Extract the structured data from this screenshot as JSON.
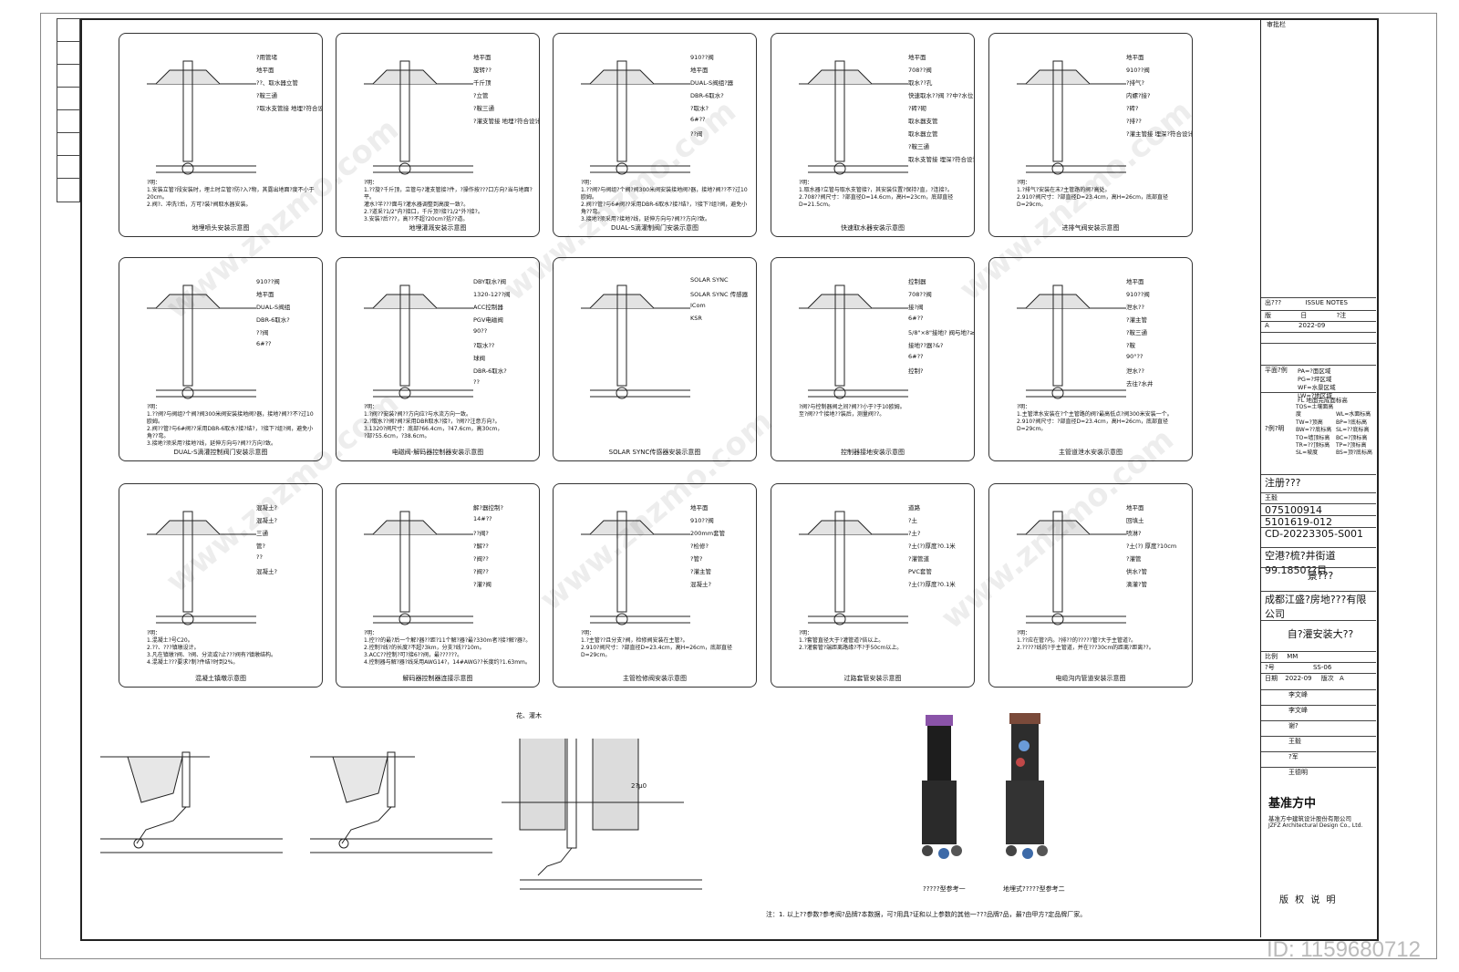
{
  "panels": [
    {
      "title": "地埋喷头安装示意图",
      "labels": [
        "?用管堵",
        "地平面",
        "??、取水器立管",
        "?鞍三通",
        "?取水支管接\n地埋?符合设计要求"
      ],
      "note": "?明：\n1.安装立管?段安装时，埋土时立管?防?入?物，其露出地面?度不小于20cm。\n2.阀?、冲洗?后，方可?装?阀取水器安装。"
    },
    {
      "title": "地埋灌溉安装示意图",
      "labels": [
        "地平面",
        "旋转??",
        "千斤顶",
        "?立管",
        "?鞍三通",
        "?灌支管接\n地埋?符合设计要求"
      ],
      "note": "?明：\n1.??旋?千斤顶，立管与?灌支管接?件，?操作按???口方向?当与地面?平。\n灌水?半???面与?灌水器调整到高度一致?。\n2.?道采?1/2\"内?接口，千斤顶?接?1/2\"外?接?。\n3.安装?后???，高??不超?20cm?括??道。"
    },
    {
      "title": "DUAL-S滴灌制阀门安装示意图",
      "labels": [
        "910??阀",
        "地平面",
        "DUAL-S阀组?器",
        "DBR-6取水?",
        "?取水?",
        "6#??",
        "??阀"
      ],
      "note": "?明：\n1.??阀?与阀组?个阀?阀300米阀安装接地阀?器，接地?阀??不?过10欧姆。\n2.阀??管?与6#阀??采用DBR-6取水?接?结?，?接下?组?阀，避免小角??弯。\n3.接地?须采用?接地?线，延伸方向与?阀??方向?致。"
    },
    {
      "title": "快速取水器安装示意图",
      "labels": [
        "地平面",
        "708??阀",
        "取水??孔",
        "快速取水??阀\n??中?水位",
        "?砖?砌",
        "取水器支管",
        "取水器立管",
        "?鞍三通",
        "取水支管接\n埋深?符合设计要求"
      ],
      "note": "?明：\n1.取水器?立管与取水支管接?，其安装位置?保持?直，?连接?。\n2.708??阀尺寸：?部直径D=14.6cm，高H=23cm，底部直径D=21.5cm。"
    },
    {
      "title": "进排气阀安装示意图",
      "labels": [
        "地平面",
        "910??阀",
        "?排气?",
        "内螺?接?",
        "?砖?",
        "?排??",
        "?灌主管接\n埋深?符合设计要求"
      ],
      "note": "?明：\n1.?排气?安装在末?主管路的阀?高处。\n2.910?阀尺寸：?部直径D=23.4cm，高H=26cm，底部直径D=29cm。"
    },
    {
      "title": "DUAL-S滴灌控制阀门安装示意图",
      "labels": [
        "910??阀",
        "地平面",
        "DUAL-S阀组",
        "DBR-6取水?",
        "??阀",
        "6#??"
      ],
      "note": "?明：\n1.??阀?与阀组?个阀?阀300米阀安装接地阀?器，接地?阀??不?过10欧姆。\n2.阀??管?与6#阀??采用DBR-6取水?接?结?，?接下?组?阀，避免小角??弯。\n3.接地?须采用?接地?线，延伸方向与?阀??方向?致。"
    },
    {
      "title": "电磁阀-解码器控制器安装示意图",
      "labels": [
        "DBY取水?阀",
        "1320-12??阀",
        "ACC控制器",
        "PGV电磁阀",
        "90??",
        "?取水??",
        "球阀",
        "DBR-6取水?",
        "??"
      ],
      "note": "?明：\n1.?阀??安装?阀??方向应?与水流方向一致。\n2.?取水??阀?阀?采用DBR取水?接?，?阀??注意方向?。\n3.1320?阀尺寸：底部?66.4cm，?47.6cm，高30cm，\n?部?55.6cm，?38.6cm。"
    },
    {
      "title": "SOLAR SYNC传感器安装示意图",
      "labels": [
        "SOLAR SYNC",
        "SOLAR SYNC 传感器",
        "ICom",
        "KSR"
      ],
      "note": ""
    },
    {
      "title": "控制器接地安装示意图",
      "labels": [
        "控制器",
        "708??阀",
        "接?阀",
        "6#??",
        "5/8\"×8\"接地?\n阀与地?≥10Ω",
        "接地??器?&?",
        "6#??",
        "控制?"
      ],
      "note": "?阀?与控制器阀之间?阀??小于?于10欧姆。\n至?阀??个接地??装后，测量阀??。"
    },
    {
      "title": "主管道泄水安装示意图",
      "labels": [
        "地平面",
        "910??阀",
        "泄水??",
        "?灌主管",
        "?鞍三通",
        "?鞍",
        "90°??",
        "泄水??",
        "去往?水井"
      ],
      "note": "?明：\n1.主管泄水安装在?个主管路的阀?最高低点?阀300米安装一个。\n2.910?阀尺寸：?部直径D=23.4cm，高H=26cm，底部直径D=29cm。"
    },
    {
      "title": "混凝土镇墩示意图",
      "labels": [
        "混凝土?",
        "混凝土?",
        "三通",
        "管?",
        "??",
        "混凝土?"
      ],
      "note": "?明：\n1.混凝土?号C20。\n2.??、???镇墩设计。\n3.凡在镇墩?阀、?阀、分流或?止???阀有?镇墩结构。\n4.混凝土???要求?制?件结?时到2%。"
    },
    {
      "title": "解码器控制器连接示意图",
      "labels": [
        "解?器控制?",
        "14#??",
        "??阀?",
        "?解??",
        "?阀??",
        "?阀??",
        "?灌?阀"
      ],
      "note": "?明：\n1.控??的最?后一个解?器??距?11个解?器?最?330m者?接?解?器?。\n2.控制?线?的长度?不超?3km，分支?线??10m。\n3.ACC??控制?可?接6??阀，最??????。\n4.控制器与解?器?线采用AWG14?，14#AWG??长度约?1.63mm。"
    },
    {
      "title": "主管检修阀安装示意图",
      "labels": [
        "地平面",
        "910??阀",
        "200mm套管",
        "?检修?",
        "?管?",
        "?灌主管",
        "混凝土?"
      ],
      "note": "?明：\n1.?主管??且分支?阀，检修阀安装在主管?。\n2.910?阀尺寸：?部直径D=23.4cm，高H=26cm，底部直径D=29cm。"
    },
    {
      "title": "过路套管安装示意图",
      "labels": [
        "道路",
        "?土",
        "?土?",
        "?土(?)厚度?0.1米",
        "?灌管道",
        "PVC套管",
        "?土(?)厚度?0.1米"
      ],
      "note": "?明：\n1.?套管直径大于?灌管道?倍以上。\n2.?灌套管?端距离路缘?不?于50cm以上。"
    },
    {
      "title": "电缆沟内管道安装示意图",
      "labels": [
        "地平面",
        "回填土",
        "喷淋?",
        "?土(?)\n厚度?10cm",
        "?灌管",
        "供水?管",
        "滴灌?管"
      ],
      "note": "?明：\n1.??应在管?内。?排??的?????管?大于主管道?。\n2.?????线的?于主管道，并在???30cm的距离?距离??。"
    }
  ],
  "title_block": {
    "top_label": "审批栏",
    "issue_header": "出???",
    "issue_notes": "ISSUE NOTES",
    "issue_cols": [
      "版",
      "日",
      "?注"
    ],
    "issue_row": [
      "A",
      "2022-09",
      ""
    ],
    "legend1_label": "平面?例",
    "legend1": [
      "PA=?面区域",
      "PG=?坪区域",
      "WF=水景区域",
      "LW=?地区域"
    ],
    "legend2_label": "?例?明",
    "legend2_head": "FL     地面完成面标高",
    "legend2": [
      "TOS=土壤面高度",
      "WL=水面标高",
      "TW=?顶高",
      "BP=?底标高",
      "BW=??底标高",
      "SL=??底标高",
      "TO=墙顶标高",
      "BC=?顶标高",
      "TR=??顶标高",
      "TP=?顶标高",
      "SL=坡度",
      "BS=顶?底标高"
    ],
    "reg_label": "注册???",
    "reg_name": "王毅",
    "reg_no1": "075100914",
    "reg_no2": "5101619-012",
    "project_no": "CD-20223305-S001",
    "project_name": "空港?梳?井街道99.1850??目",
    "project_sub": "景???",
    "client": "成都江盛?房地???有限公司",
    "drawing_title": "自?灌安装大??",
    "scale_label": "比例",
    "scale": "MM",
    "drawn_label": "?号",
    "drawn": "SS-06",
    "date_label": "日期",
    "date": "2022-09",
    "version_label": "版次",
    "version": "A",
    "staff": [
      "李文峰",
      "李文峰",
      "谢?",
      "王毅",
      "?军",
      "王德明"
    ],
    "company_cn": "基准方中",
    "company_full": "基准方中建筑设计股份有限公司",
    "company_en": "JZFZ Architectural Design Co., Ltd.",
    "copyright": "版 权 说 明"
  },
  "photos": [
    {
      "caption": "?????型参考一"
    },
    {
      "caption": "地埋式?????型参考二"
    }
  ],
  "bottom_label": "花、灌木",
  "bottom_dim": "2?μ0",
  "footnote": "注：1. 以上??参数?参考阀?品牌?本数据，可?用具?证和以上参数的其他一???品牌?品，最?由甲方?定品牌厂家。",
  "id_tag": "ID: 1159680712",
  "watermark": "www.znzmo.com"
}
